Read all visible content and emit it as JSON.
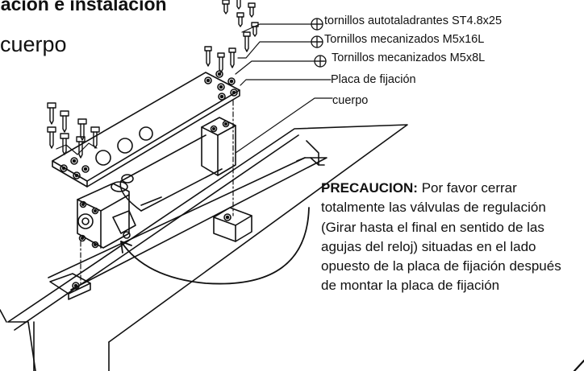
{
  "diagram": {
    "title": "ijación e instalación",
    "subtitle": "cuerpo",
    "legend": [
      "tornillos autotaladrantes ST4.8x25",
      "Tornillos mecanizados M5x16L",
      "Tornillos mecanizados M5x8L",
      "Placa de fijación",
      "cuerpo"
    ],
    "caution_heading": "PRECAUCION:",
    "caution_text": "Por favor cerrar totalmente las válvulas de regulación (Girar hasta el final en sentido de las agujas del reloj) situadas en el lado opuesto de la placa de fijación después de montar la placa de fijación"
  }
}
